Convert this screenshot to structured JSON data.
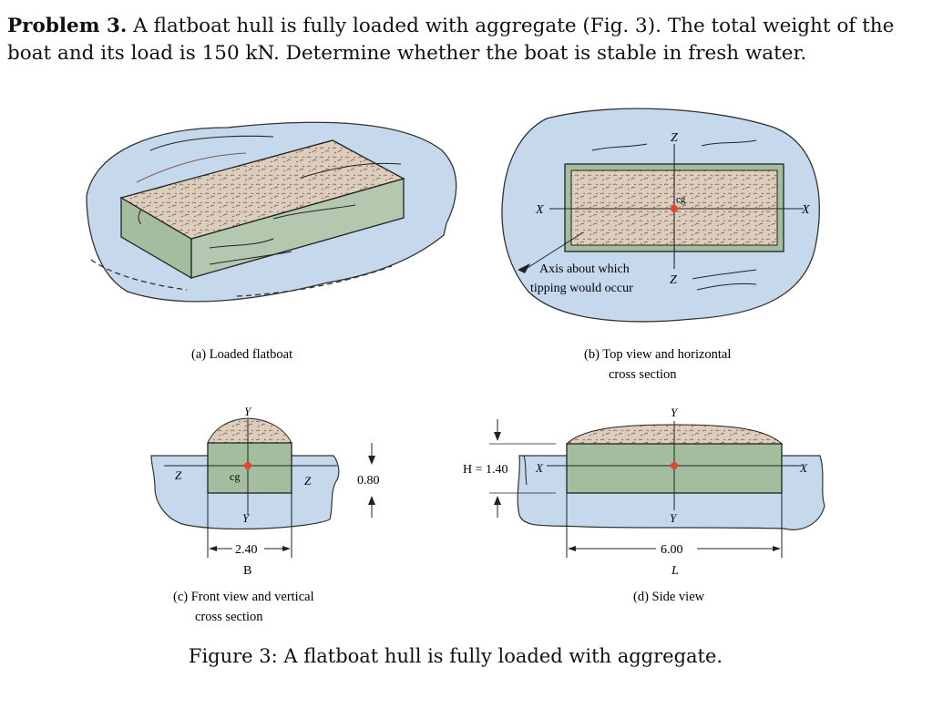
{
  "problem": {
    "label": "Problem 3.",
    "text": "A flatboat hull is fully loaded with aggregate (Fig. 3). The total weight of the boat and its load is 150 kN. Determine whether the boat is stable in fresh water."
  },
  "figure": {
    "panels": {
      "a": {
        "caption": "(a) Loaded flatboat"
      },
      "b": {
        "caption_line1": "(b) Top view and horizontal",
        "caption_line2": "cross section",
        "axis_x": "X",
        "axis_z": "Z",
        "cg": "cg",
        "note_line1": "Axis about which",
        "note_line2": "tipping would occur"
      },
      "c": {
        "caption_line1": "(c) Front view and vertical",
        "caption_line2": "cross section",
        "axis_y": "Y",
        "axis_z": "Z",
        "cg": "cg",
        "depth": "0.80",
        "width": "2.40",
        "width_symbol": "B"
      },
      "d": {
        "caption": "(d) Side view",
        "axis_y": "Y",
        "axis_x": "X",
        "height": "H = 1.40",
        "length": "6.00",
        "length_symbol": "L"
      }
    },
    "caption": "Figure 3: A flatboat hull is fully loaded with aggregate."
  },
  "colors": {
    "water": "#c6d8ec",
    "hull": "#9fb89b",
    "hull_light": "#b8cdb4",
    "aggregate": "#d9c9b8",
    "cg_marker": "#e8442a"
  }
}
